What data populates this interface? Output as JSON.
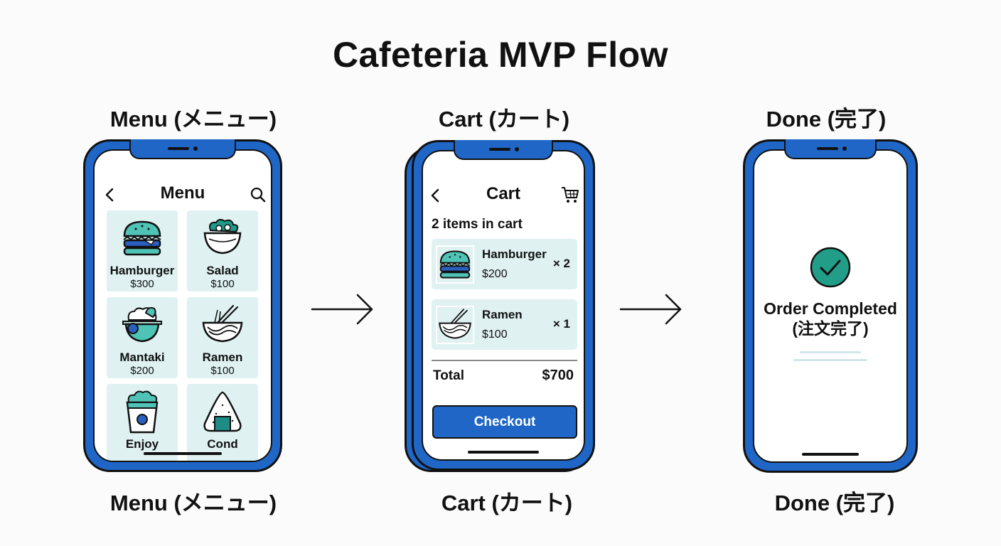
{
  "title": "Cafeteria MVP Flow",
  "screens": {
    "menu": {
      "caption_top": "Menu (メニュー)",
      "caption_bottom": "Menu (メニュー)",
      "header_title": "Menu",
      "items": [
        {
          "name": "Hamburger",
          "price": "$300",
          "icon": "hamburger-icon"
        },
        {
          "name": "Salad",
          "price": "$100",
          "icon": "salad-icon"
        },
        {
          "name": "Mantaki",
          "price": "$200",
          "icon": "rice-bowl-icon"
        },
        {
          "name": "Ramen",
          "price": "$100",
          "icon": "ramen-icon"
        },
        {
          "name": "Enjoy",
          "price": "",
          "icon": "popcorn-icon"
        },
        {
          "name": "Cond",
          "price": "",
          "icon": "onigiri-icon"
        }
      ]
    },
    "cart": {
      "caption_top": "Cart (カート)",
      "caption_bottom": "Cart (カート)",
      "header_title": "Cart",
      "count_text": "2 items in cart",
      "items": [
        {
          "name": "Hamburger",
          "price": "$200",
          "qty": "× 2",
          "icon": "hamburger-icon"
        },
        {
          "name": "Ramen",
          "price": "$100",
          "qty": "× 1",
          "icon": "ramen-icon"
        }
      ],
      "total_label": "Total",
      "total_value": "$700",
      "checkout_label": "Checkout"
    },
    "done": {
      "caption_top": "Done (完了)",
      "caption_bottom": "Done (完了)",
      "message_line1": "Order Completed",
      "message_line2": "(注文完了)"
    }
  },
  "colors": {
    "phone_blue": "#1f66c6",
    "tile_bg": "#dff1f1",
    "teal": "#2aa89a",
    "check_green": "#229e88"
  }
}
